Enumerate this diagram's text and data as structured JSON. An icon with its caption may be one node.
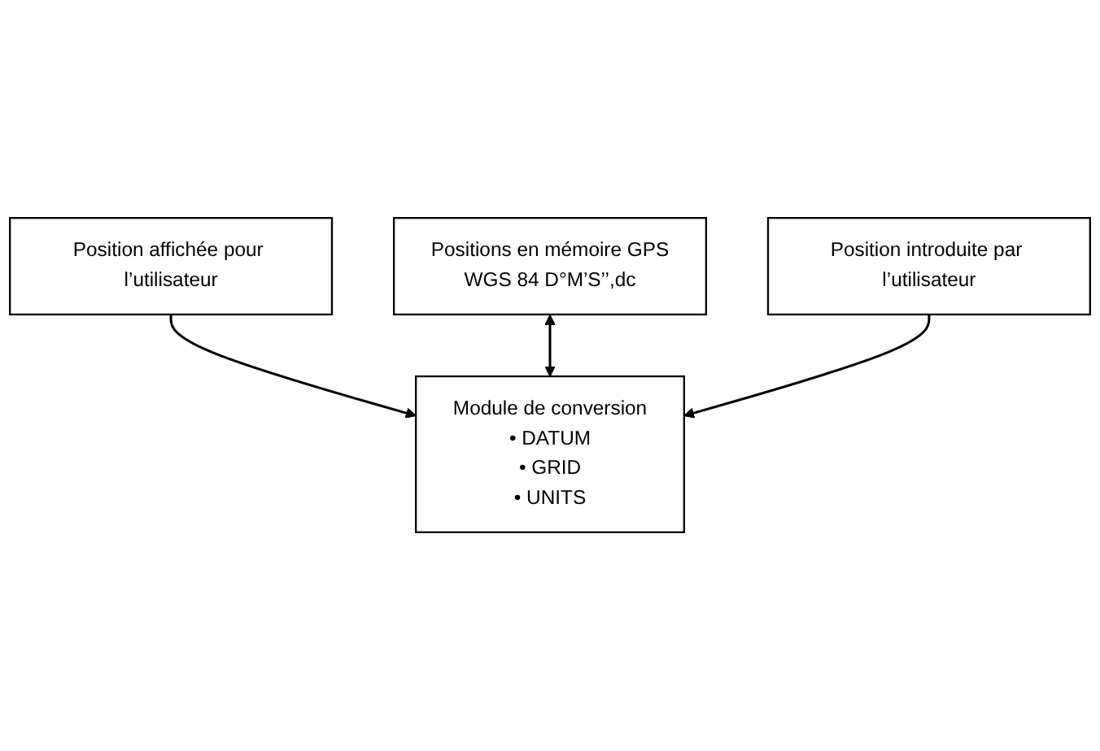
{
  "diagram": {
    "nodes": [
      {
        "text": [
          "Position affichée pour l’utilisateur"
        ]
      },
      {
        "text": [
          "Positions en mémoire GPS",
          "WGS 84 D°M’S’’,dc"
        ]
      },
      {
        "text": [
          "Module de conversion",
          "• DATUM",
          "• GRID",
          "• UNITS"
        ]
      },
      {
        "text": [
          "Position introduite par l’utilisateur"
        ]
      }
    ],
    "edges": [
      {
        "from": 0,
        "to": 2,
        "arrow": "to"
      },
      {
        "from": 1,
        "to": 2,
        "arrow": "both"
      },
      {
        "from": 3,
        "to": 2,
        "arrow": "to"
      }
    ]
  }
}
